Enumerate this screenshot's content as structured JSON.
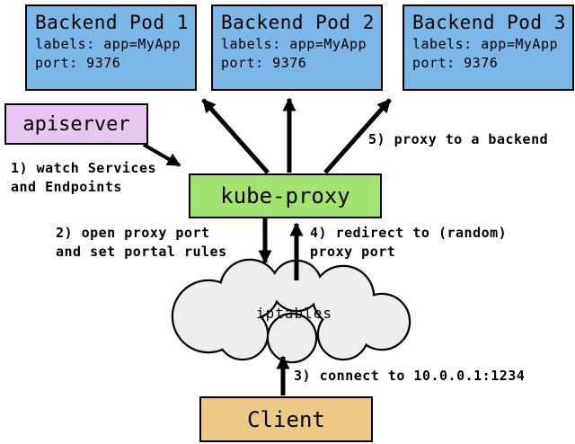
{
  "diagram": {
    "title_semantic": "kube-proxy userspace proxy-mode flow",
    "pods": [
      {
        "title": "Backend Pod 1",
        "labels": "labels: app=MyApp",
        "port": "port: 9376"
      },
      {
        "title": "Backend Pod 2",
        "labels": "labels: app=MyApp",
        "port": "port: 9376"
      },
      {
        "title": "Backend Pod 3",
        "labels": "labels: app=MyApp",
        "port": "port: 9376"
      }
    ],
    "apiserver": {
      "label": "apiserver"
    },
    "kube_proxy": {
      "label": "kube-proxy"
    },
    "iptables": {
      "label": "iptables"
    },
    "client": {
      "label": "Client"
    },
    "annotations": {
      "step1": "1) watch Services\nand Endpoints",
      "step2": "2) open proxy port\nand set portal rules",
      "step3": "3) connect to 10.0.0.1:1234",
      "step4": "4) redirect to (random)\nproxy port",
      "step5": "5) proxy to a backend"
    },
    "colors": {
      "pod_fill": "#7db7e8",
      "apiserver_fill": "#e9c6f2",
      "kube_proxy_fill": "#a2e26f",
      "cloud_fill": "#ededed",
      "client_fill": "#eec985",
      "border_color": "#000000",
      "arrow_color": "#000000"
    }
  }
}
